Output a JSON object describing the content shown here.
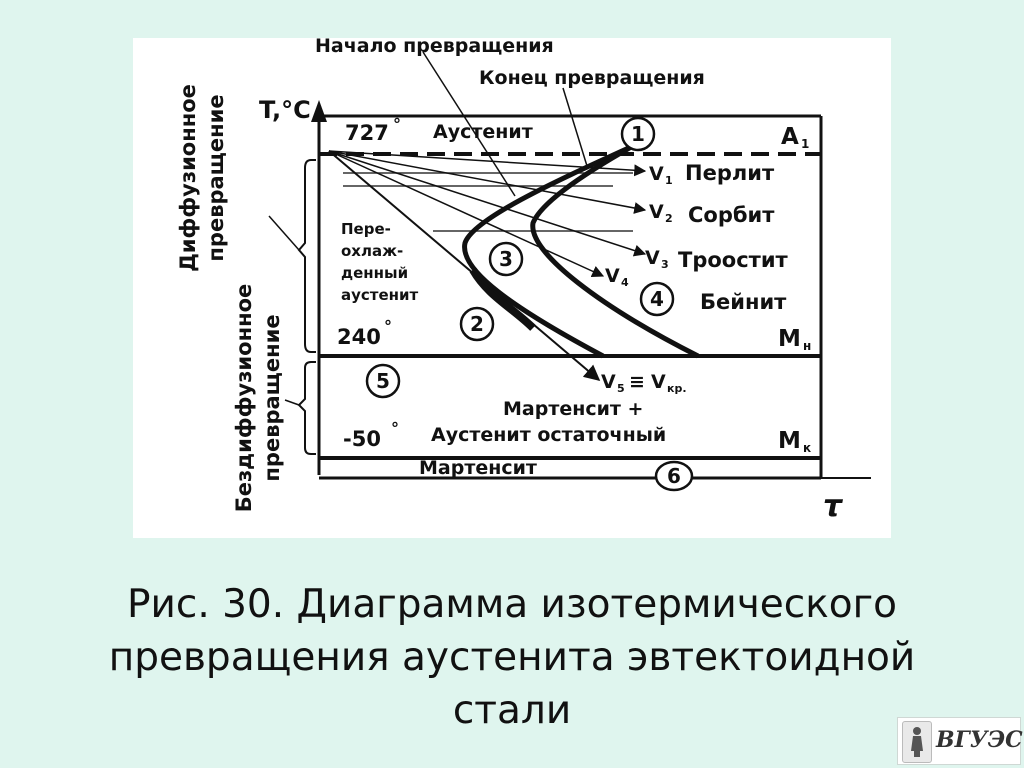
{
  "diagram": {
    "axis_y": "T,°C",
    "axis_x": "τ",
    "side_labels": {
      "diffusion": [
        "Диффузионное",
        "превращение"
      ],
      "diffusionless": [
        "Бездиффузионное",
        "превращение"
      ]
    },
    "top_labels": {
      "start": "Начало превращения",
      "end": "Конец превращения"
    },
    "temps": {
      "t727": "727",
      "t240": "240",
      "tm50": "-50"
    },
    "lines": {
      "a1": "A",
      "a1_sub": "1",
      "mn": "M",
      "mn_sub": "н",
      "mk": "M",
      "mk_sub": "к"
    },
    "phases": {
      "austenite": "Аустенит",
      "supercooled": [
        "Пере-",
        "охлаж-",
        "денный",
        "аустенит"
      ],
      "pearlite": "Перлит",
      "sorbite": "Сорбит",
      "troostite": "Троостит",
      "bainite": "Бейнит",
      "martensite_aust": [
        "Мартенсит +",
        "Аустенит остаточный"
      ],
      "martensite": "Мартенсит"
    },
    "velocities": {
      "v1": "V",
      "v1_sub": "1",
      "v2": "V",
      "v2_sub": "2",
      "v3": "V",
      "v3_sub": "3",
      "v4": "V",
      "v4_sub": "4",
      "v5": "V",
      "v5_sub": "5",
      "equiv": "≡",
      "vkr": "V",
      "vkr_sub": "кр."
    },
    "regions": [
      "1",
      "2",
      "3",
      "4",
      "5",
      "6"
    ]
  },
  "caption": [
    "Рис. 30. Диаграмма изотермического",
    "превращения аустенита эвтектоидной",
    "стали"
  ],
  "logo": {
    "text": "ВГУЭС"
  }
}
